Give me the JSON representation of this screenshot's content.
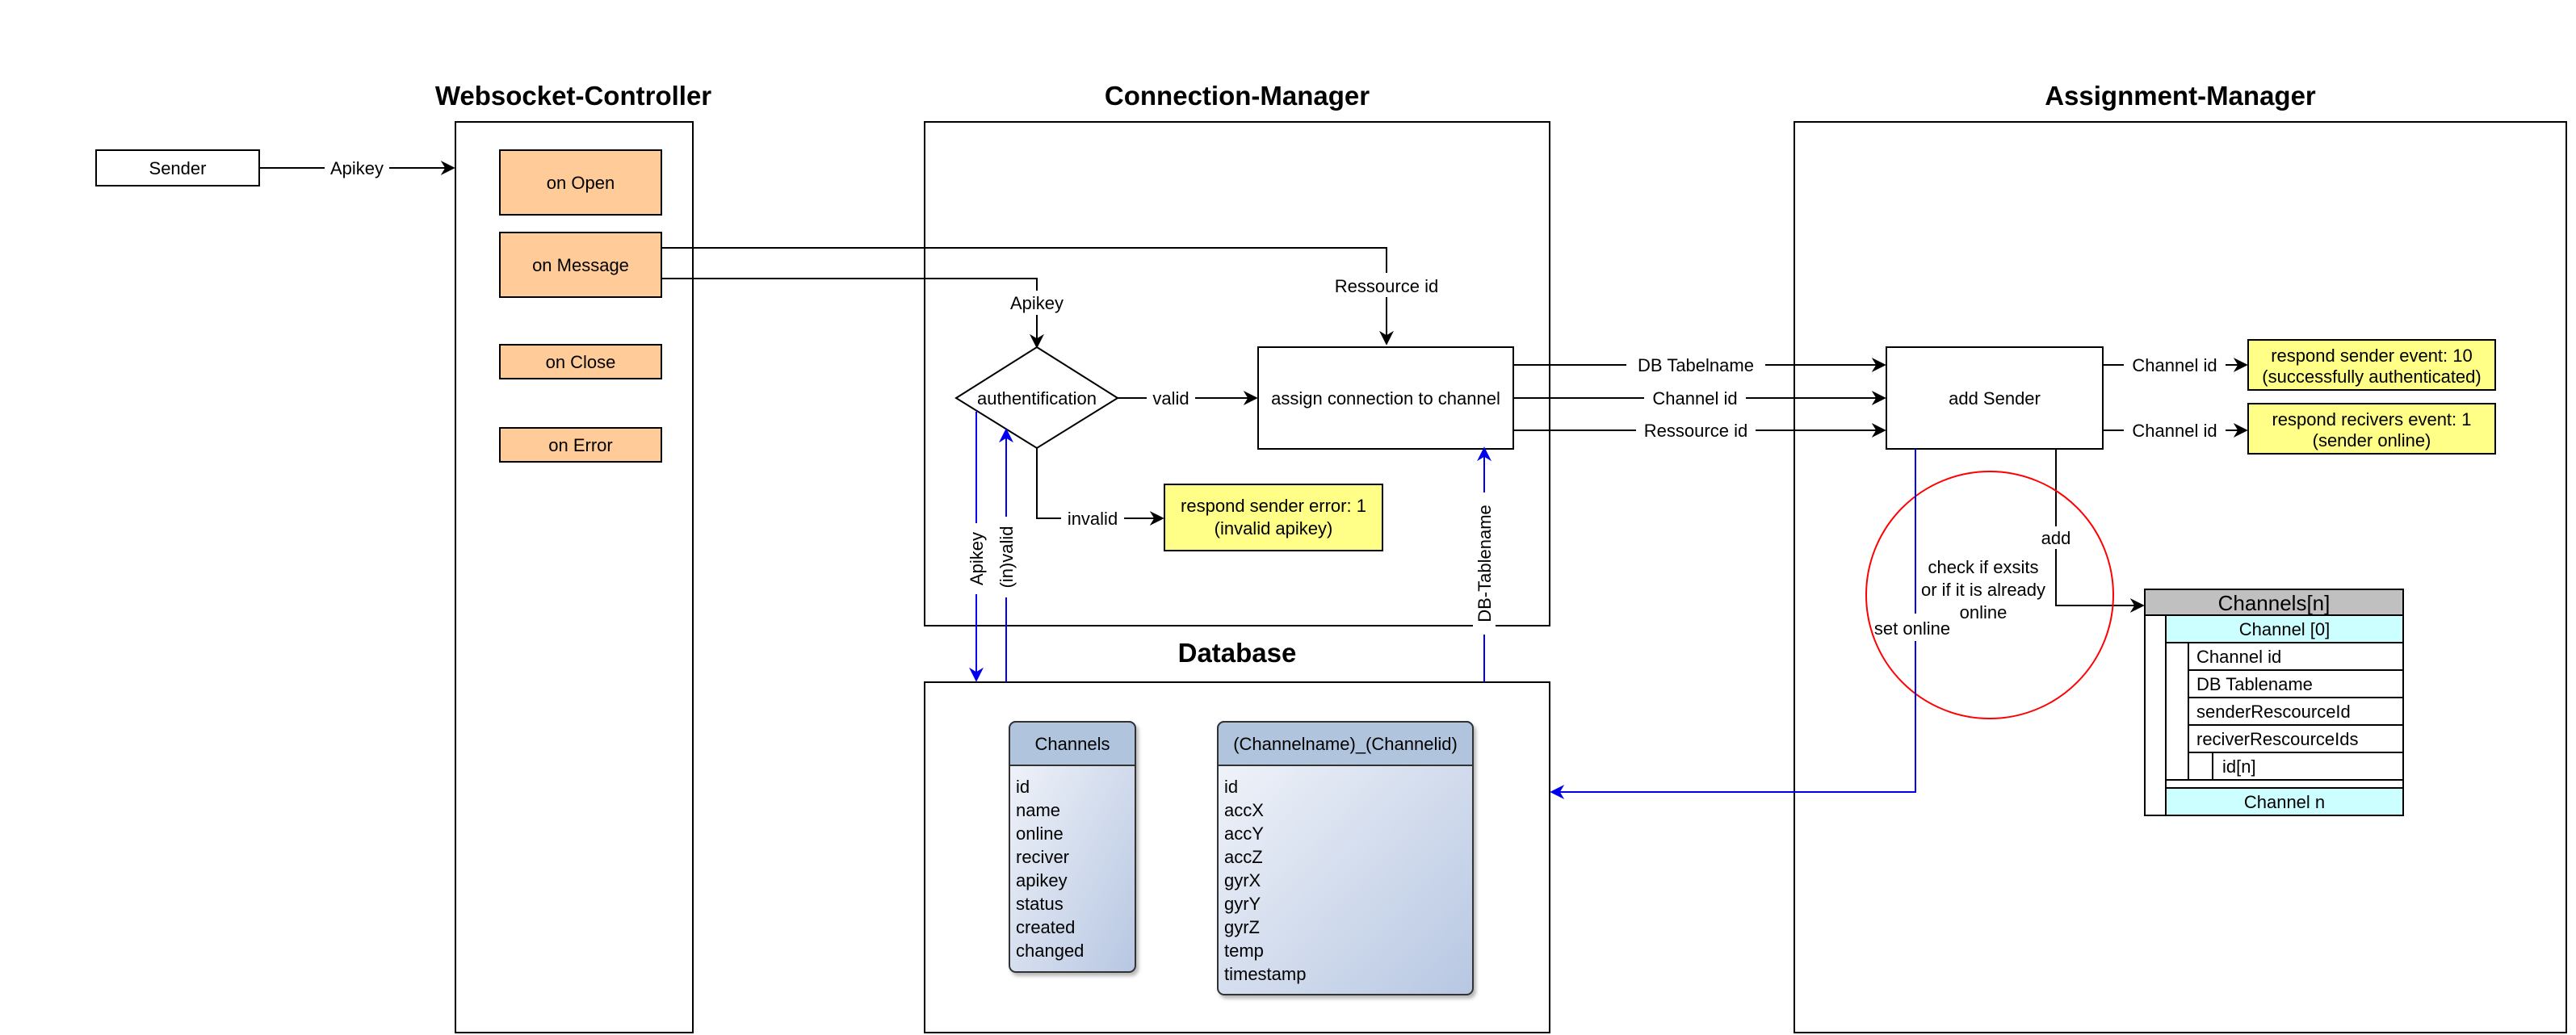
{
  "titles": {
    "websocket_controller": "Websocket-Controller",
    "connection_manager": "Connection-Manager",
    "assignment_manager": "Assignment-Manager",
    "database": "Database"
  },
  "sender": {
    "label": "Sender",
    "edge_label": "Apikey"
  },
  "events": {
    "on_open": "on Open",
    "on_message": "on Message",
    "on_close": "on Close",
    "on_error": "on Error"
  },
  "connection": {
    "apikey_label": "Apikey",
    "ressource_label": "Ressource id",
    "decision": "authentification",
    "valid_label": "valid",
    "invalid_label": "invalid",
    "assign_box": "assign connection to channel",
    "error_note_line1": "respond sender error: 1",
    "error_note_line2": "(invalid apikey)",
    "db_apikey": "Apikey",
    "db_invalid": "(in)valid",
    "db_tablename": "DB-Tablename"
  },
  "assignment": {
    "edge_tablename": "DB Tabelname",
    "edge_channel": "Channel id",
    "edge_ressource": "Ressource id",
    "add_sender": "add Sender",
    "out_channel_1": "Channel id",
    "out_channel_2": "Channel id",
    "note1_line1": "respond sender event: 10",
    "note1_line2": "(successfully authenticated)",
    "note2_line1": "respond recivers event: 1",
    "note2_line2": "(sender online)",
    "add_label": "add",
    "check_line1": "check if exsits",
    "check_line2": "or if it is already",
    "check_line3": "online",
    "set_online": "set online"
  },
  "channels_struct": {
    "header": "Channels[n]",
    "channel0": "Channel [0]",
    "rows": [
      "Channel id",
      "DB Tablename",
      "senderRescourceId",
      "reciverRescourceIds"
    ],
    "sub_row": "id[n]",
    "channel_n": "Channel n"
  },
  "db_tables": [
    {
      "name": "Channels",
      "fields": [
        "id",
        "name",
        "online",
        "reciver",
        "apikey",
        "status",
        "created",
        "changed"
      ]
    },
    {
      "name": "(Channelname)_(Channelid)",
      "fields": [
        "id",
        "accX",
        "accY",
        "accZ",
        "gyrX",
        "gyrY",
        "gyrZ",
        "temp",
        "timestamp"
      ]
    }
  ],
  "colors": {
    "event_fill": "#ffcc99",
    "note_fill": "#ffff88",
    "db_link": "#0000ee",
    "circle": "#ff0000",
    "struct_header": "#c0c0c0",
    "struct_channel": "#ccffff",
    "table_header": "#b0c4de"
  }
}
